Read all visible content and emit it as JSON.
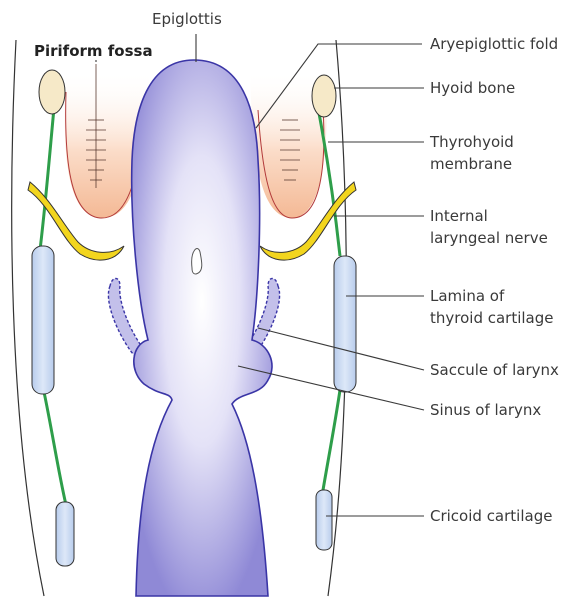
{
  "labels": {
    "epiglottis": "Epiglottis",
    "piriform_fossa": "Piriform fossa",
    "aryepiglottic_fold": "Aryepiglottic fold",
    "hyoid_bone": "Hyoid bone",
    "thyrohyoid_membrane_line1": "Thyrohyoid",
    "thyrohyoid_membrane_line2": "membrane",
    "internal_laryngeal_nerve_line1": "Internal",
    "internal_laryngeal_nerve_line2": "laryngeal nerve",
    "lamina_thyroid_line1": "Lamina of",
    "lamina_thyroid_line2": "thyroid cartilage",
    "saccule_of_larynx": "Saccule of larynx",
    "sinus_of_larynx": "Sinus of larynx",
    "cricoid_cartilage": "Cricoid cartilage"
  },
  "colors": {
    "larynx_fill": "#c3c0ea",
    "larynx_outline": "#3a35a6",
    "fossa_fill": "#f5c6a6",
    "fossa_outline": "#b23a3a",
    "nerve": "#e8c81c",
    "membrane": "#2e9e4a",
    "cartilage_fill": "#c8d8f0",
    "hyoid_fill": "#f6e9c8",
    "outline": "#333333"
  }
}
